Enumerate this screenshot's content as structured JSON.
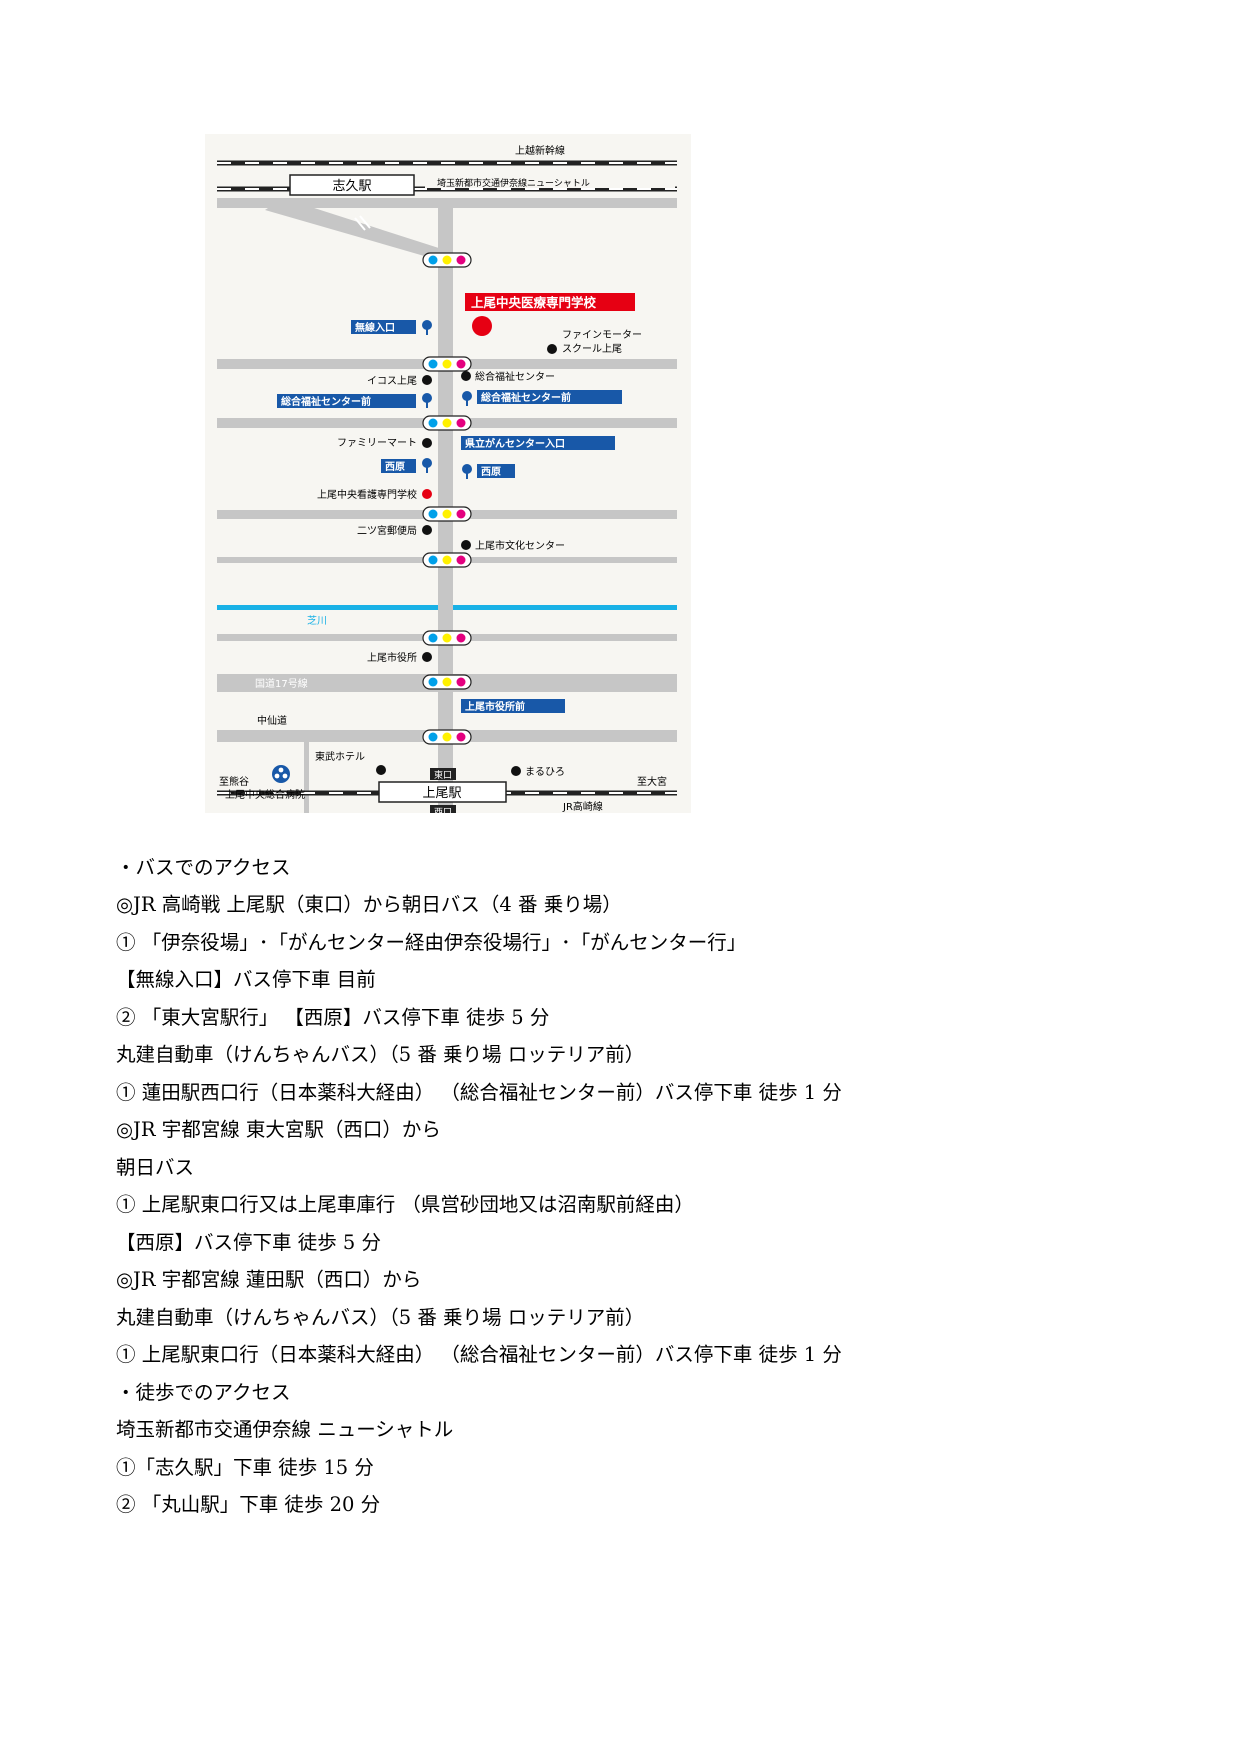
{
  "map": {
    "lines": {
      "joetsu_shinkansen": "上越新幹線",
      "new_shuttle": "埼玉新都市交通伊奈線ニューシャトル",
      "jr_takasaki": "JR高崎線"
    },
    "stations": {
      "shiku": "志久駅",
      "ageo": "上尾駅",
      "east_exit": "東口",
      "west_exit": "西口"
    },
    "directions": {
      "to_kumagaya": "至熊谷",
      "to_omiya": "至大宮"
    },
    "roads": {
      "route17": "国道17号線",
      "nakasendo": "中仙道",
      "river": "芝川"
    },
    "school": "上尾中央医療専門学校",
    "bus_stops": {
      "musen_iriguchi": "無線入口",
      "sogo_fukushi_left": "総合福祉センター前",
      "sogo_fukushi_right": "総合福祉センター前",
      "kenritsu_gan": "県立がんセンター入口",
      "nishihara_left": "西原",
      "nishihara_right": "西原",
      "shiyakusho_mae": "上尾市役所前"
    },
    "landmarks": {
      "fine_motor_1": "ファインモーター",
      "fine_motor_2": "スクール上尾",
      "sogo_fukushi_center": "総合福祉センター",
      "ikosu_ageo": "イコス上尾",
      "family_mart": "ファミリーマート",
      "kango_school": "上尾中央看護専門学校",
      "futatsumiya_post": "二ツ宮郵便局",
      "bunka_center": "上尾市文化センター",
      "city_hall": "上尾市役所",
      "tobu_hotel": "東武ホテル",
      "maruhiro": "まるひろ",
      "hospital": "上尾中央総合病院"
    },
    "colors": {
      "road": "#c6c6c6",
      "river": "#19b1e6",
      "bus_label_bg": "#1858a8",
      "school_red": "#e60013",
      "signal_cyan": "#00a0e9",
      "signal_yellow": "#fff100",
      "signal_magenta": "#e4007f"
    }
  },
  "access_text": [
    "・バスでのアクセス",
    "◎JR 高崎戦  上尾駅（東口）から朝日バス（4 番  乗り場）",
    "① 「伊奈役場」･「がんセンター経由伊奈役場行」･「がんセンター行」",
    "【無線入口】バス停下車  目前",
    "② 「東大宮駅行」  【西原】バス停下車  徒歩 5 分",
    "丸建自動車（けんちゃんバス）（5 番  乗り場  ロッテリア前）",
    "①  蓮田駅西口行（日本薬科大経由）  （総合福祉センター前）バス停下車  徒歩 1 分",
    "◎JR 宇都宮線  東大宮駅（西口）から",
    "朝日バス",
    "①  上尾駅東口行又は上尾車庫行  （県営砂団地又は沼南駅前経由）",
    "【西原】バス停下車  徒歩 5 分",
    "◎JR 宇都宮線  蓮田駅（西口）から",
    "丸建自動車（けんちゃんバス）（5 番  乗り場  ロッテリア前）",
    "①  上尾駅東口行（日本薬科大経由）  （総合福祉センター前）バス停下車  徒歩 1 分",
    "・徒歩でのアクセス",
    "埼玉新都市交通伊奈線  ニューシャトル",
    "①「志久駅」下車  徒歩 15 分",
    "② 「丸山駅」下車  徒歩 20 分"
  ]
}
